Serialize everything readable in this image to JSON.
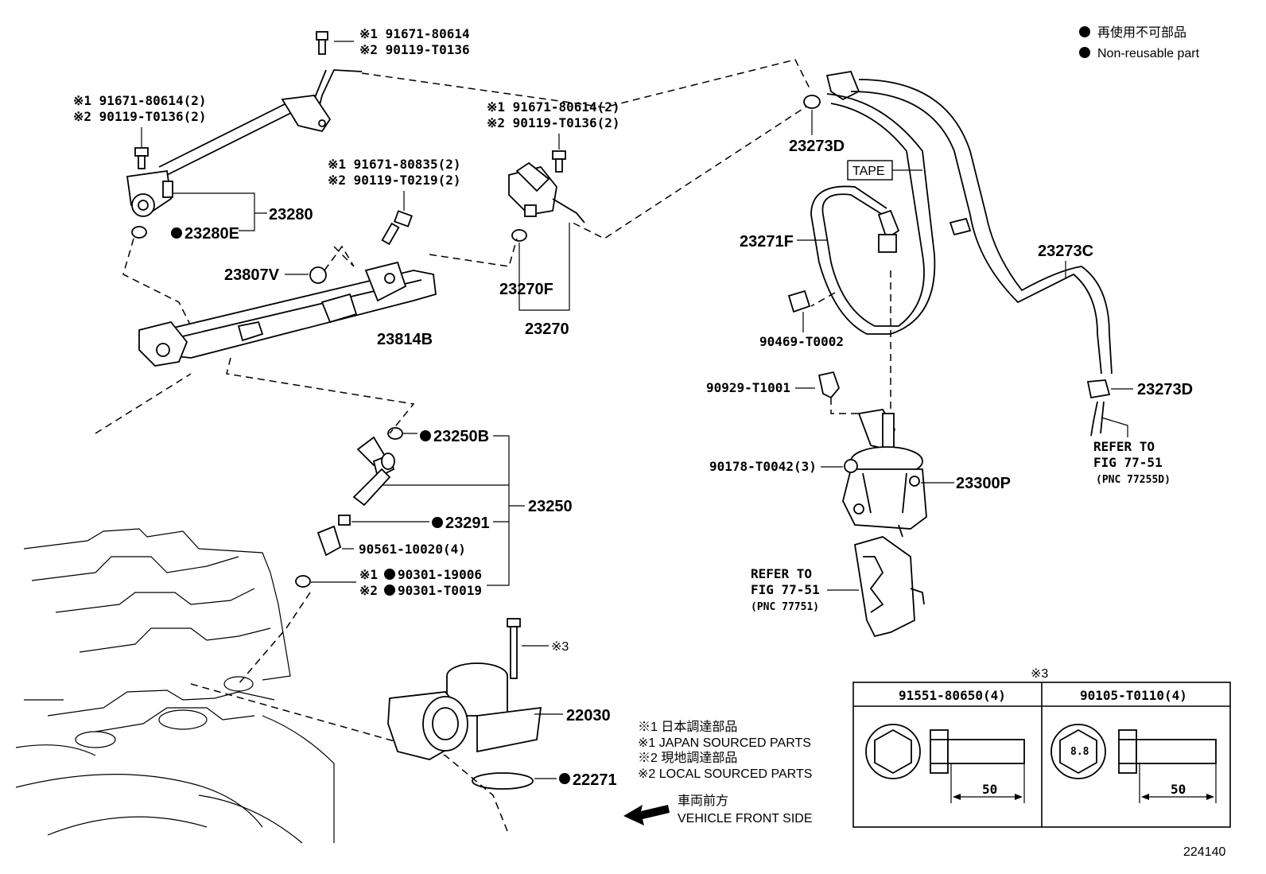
{
  "legend": {
    "non_reusable_ja": "再使用不可部品",
    "non_reusable_en": "Non-reusable part"
  },
  "labels": {
    "bolt_top_1": "※1 91671-80614",
    "bolt_top_2": "※2 90119-T0136",
    "bolt_left_1": "※1 91671-80614(2)",
    "bolt_left_2": "※2 90119-T0136(2)",
    "bolt_mid_1": "※1 91671-80835(2)",
    "bolt_mid_2": "※2 90119-T0219(2)",
    "bolt_right_1": "※1 91671-80614(2)",
    "bolt_right_2": "※2 90119-T0136(2)",
    "p23280": "23280",
    "p23280E": "23280E",
    "p23807V": "23807V",
    "p23814B": "23814B",
    "p23270F": "23270F",
    "p23270": "23270",
    "p23273D_top": "23273D",
    "tape": "TAPE",
    "p23271F": "23271F",
    "p23273C": "23273C",
    "p90469": "90469-T0002",
    "p90929": "90929-T1001",
    "p23273D_right": "23273D",
    "refer1_a": "REFER TO",
    "refer1_b": "FIG 77-51",
    "refer1_c": "(PNC 77255D)",
    "p90178": "90178-T0042(3)",
    "p23300P": "23300P",
    "refer2_a": "REFER TO",
    "refer2_b": "FIG 77-51",
    "refer2_c": "(PNC 77751)",
    "p23250B": "23250B",
    "p23250": "23250",
    "p23291": "23291",
    "p90561": "90561-10020(4)",
    "p90301_1": "※1",
    "p90301_1n": "90301-19006",
    "p90301_2": "※2",
    "p90301_2n": "90301-T0019",
    "ref3": "※3",
    "p22030": "22030",
    "p22271": "22271"
  },
  "notes": {
    "n1": "※1  日本調達部品",
    "n2": "※1  JAPAN SOURCED PARTS",
    "n3": "※2  現地調達部品",
    "n4": "※2  LOCAL SOURCED PARTS",
    "front_ja": "車両前方",
    "front_en": "VEHICLE FRONT SIDE"
  },
  "bolt_table": {
    "title": "※3",
    "col1": "91551-80650(4)",
    "col2": "90105-T0110(4)",
    "grade": "8.8",
    "length1": "50",
    "length2": "50"
  },
  "figure_number": "224140"
}
